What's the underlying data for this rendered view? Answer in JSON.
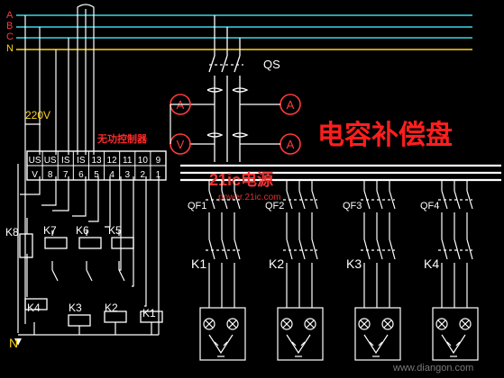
{
  "bus": {
    "phases": [
      {
        "label": "A",
        "color": "#ff3b3b"
      },
      {
        "label": "B",
        "color": "#ff3b3b"
      },
      {
        "label": "C",
        "color": "#ff3b3b"
      },
      {
        "label": "N",
        "color": "#ffd21e"
      }
    ],
    "wire_color": "#39d7e8"
  },
  "texts": {
    "qs": "QS",
    "voltage": "220V",
    "controller": "无功控制器",
    "title": "电容补偿盘",
    "logo_main": "21ic电源",
    "logo_url": "power.21ic.com",
    "watermark": "www.diangon.com",
    "neutral": "N"
  },
  "meters": [
    {
      "symbol": "A"
    },
    {
      "symbol": "A"
    },
    {
      "symbol": "V"
    },
    {
      "symbol": "A"
    }
  ],
  "controller_terminals": {
    "top": [
      "US",
      "US",
      "IS",
      "IS",
      "13",
      "12",
      "11",
      "10",
      "9"
    ],
    "bottom": [
      "V",
      "8",
      "7",
      "6",
      "5",
      "4",
      "3",
      "2",
      "1"
    ]
  },
  "relays_upper": [
    "K8",
    "K7",
    "K6",
    "K5"
  ],
  "relays_lower": [
    "K4",
    "K3",
    "K2",
    "K1"
  ],
  "breakers": [
    "QF1",
    "QF2",
    "QF3",
    "QF4"
  ],
  "contactors": [
    "K1",
    "K2",
    "K3",
    "K4"
  ],
  "colors": {
    "line": "#ffffff",
    "label": "#ffffff",
    "controller_text": "#ff2a2a",
    "title": "#ff1e1e",
    "watermark": "#6f6f6f"
  }
}
